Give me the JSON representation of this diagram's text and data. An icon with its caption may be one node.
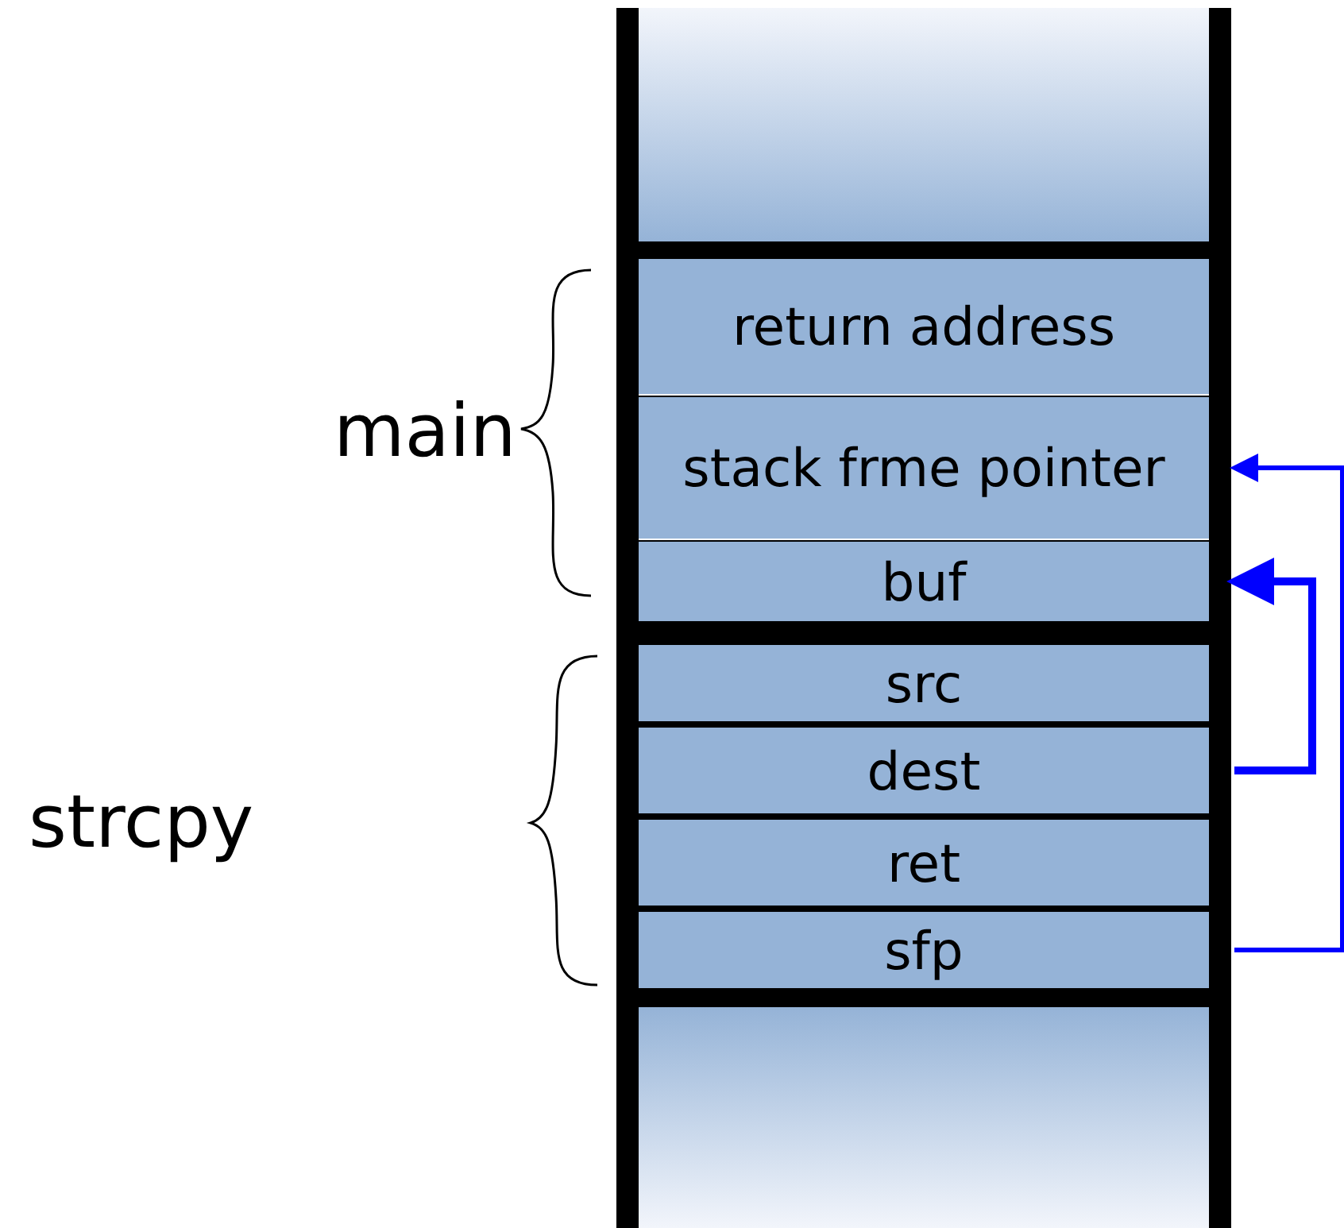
{
  "diagram": {
    "nodes": [
      {
        "text": [
          "return address"
        ]
      },
      {
        "text": [
          "stack frme pointer"
        ]
      },
      {
        "text": [
          "buf"
        ]
      },
      {
        "text": [
          "src"
        ]
      },
      {
        "text": [
          "dest"
        ]
      },
      {
        "text": [
          "ret"
        ]
      },
      {
        "text": [
          "sfp"
        ]
      }
    ],
    "edges": [
      {
        "from": 6,
        "to": 1,
        "arrow": "to"
      },
      {
        "from": 4,
        "to": 2,
        "arrow": "to"
      }
    ],
    "labels": [
      "main",
      "strcpy"
    ]
  }
}
